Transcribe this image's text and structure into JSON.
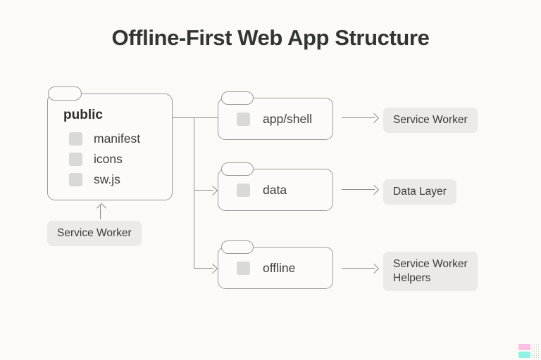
{
  "page": {
    "title": "Offline-First Web App Structure",
    "background_color": "#fcfaf7",
    "title_color": "#33352f"
  },
  "root_folder": {
    "name": "public",
    "files": [
      {
        "icon": "file-square-icon",
        "label": "manifest"
      },
      {
        "icon": "file-square-icon",
        "label": "icons"
      },
      {
        "icon": "file-square-icon",
        "label": "sw.js"
      }
    ],
    "annotation": "Service Worker"
  },
  "branches": [
    {
      "folder": "app/shell",
      "icon": "file-square-icon",
      "target": "Service Worker"
    },
    {
      "folder": "data",
      "icon": "file-square-icon",
      "target": "Data Layer"
    },
    {
      "folder": "offline",
      "icon": "file-square-icon",
      "target": "Service Worker\nHelpers"
    }
  ],
  "colors": {
    "folder_border": "#9a9a96",
    "folder_fill": "#fcfbf9",
    "file_chip": "#d9d9d7",
    "pill_bg": "#eceae7",
    "pill_text": "#3a3b37",
    "connector": "#8e8e8a"
  },
  "watermark": {
    "swatch_pink": "#febfe4",
    "swatch_cyan": "#8ef3e4"
  }
}
